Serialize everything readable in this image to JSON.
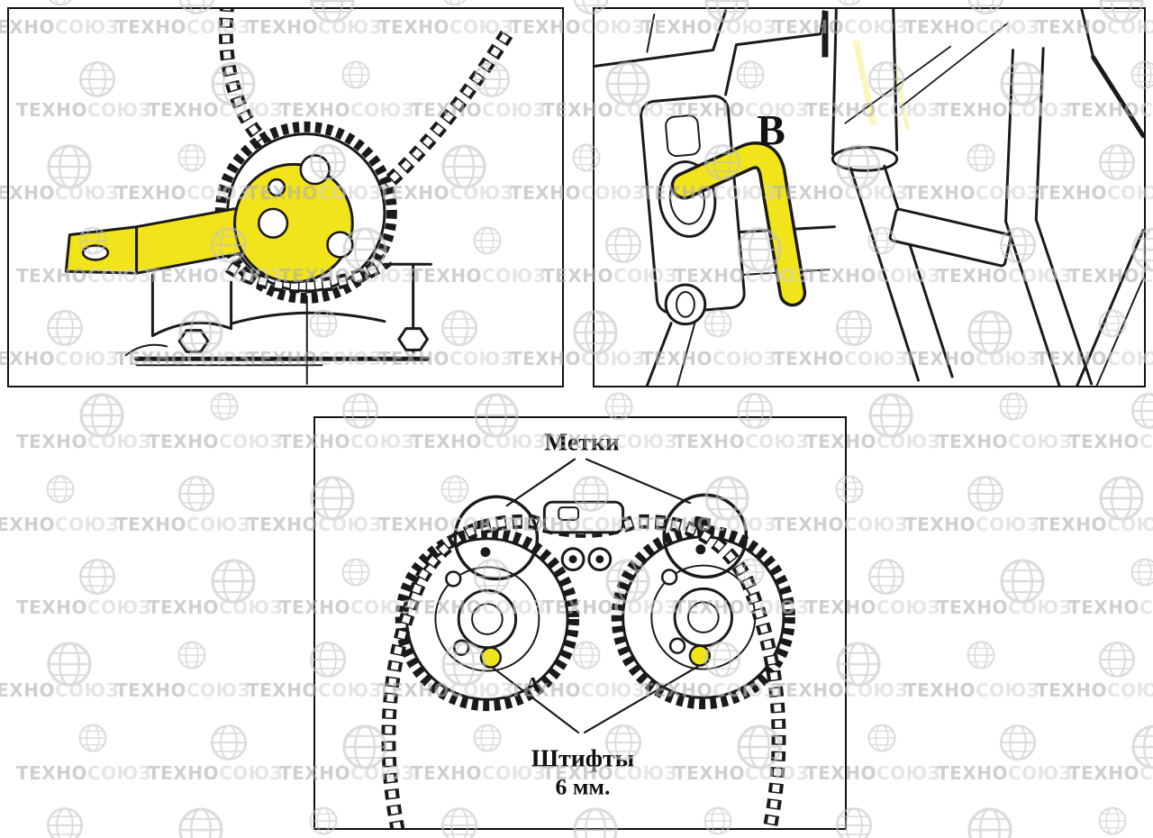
{
  "colors": {
    "highlight_yellow": "#f2e41a",
    "line_black": "#1a1a1a",
    "watermark_gray": "#c3c3c3",
    "background": "#ffffff"
  },
  "watermark": {
    "brand_full": "ТЕХНОСОЮЗ",
    "brand_solid": "ТЕХНО",
    "brand_outline": "СОЮЗ",
    "globe_icon": "globe-grid-icon"
  },
  "panel_top_right": {
    "label_b": "B"
  },
  "panel_bottom": {
    "title_marks": "Метки",
    "label_a": "A",
    "caption_pins_line1": "Штифты",
    "caption_pins_line2": "6 мм."
  }
}
